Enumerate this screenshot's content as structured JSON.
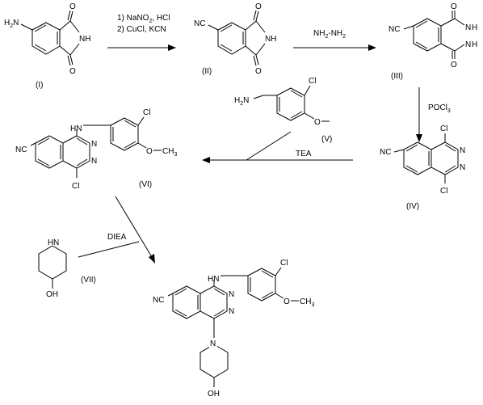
{
  "reagents": {
    "step1_line1": "1) NaNO",
    "step1_line1_sub": "2",
    "step1_line1_end": ", HCl",
    "step1_line2": "2) CuCl, KCN",
    "step2_a": "NH",
    "step2_sub_a": "2",
    "step2_dash": "-NH",
    "step2_sub_b": "2",
    "step3": "POCl",
    "step3_sub": "3",
    "step4": "TEA",
    "step5": "DIEA"
  },
  "labels": {
    "I": "(I)",
    "II": "(II)",
    "III": "(III)",
    "IV": "(IV)",
    "V": "(V)",
    "VI": "(VI)",
    "VII": "(VII)"
  },
  "atoms": {
    "O": "O",
    "NH": "NH",
    "N": "N",
    "H": "H",
    "NC": "NC",
    "H2N_H": "H",
    "H2N_sub": "2",
    "H2N_N": "N",
    "Cl": "Cl",
    "HN": "HN",
    "OH": "OH",
    "CH3": "CH",
    "CH3_sub": "3"
  }
}
